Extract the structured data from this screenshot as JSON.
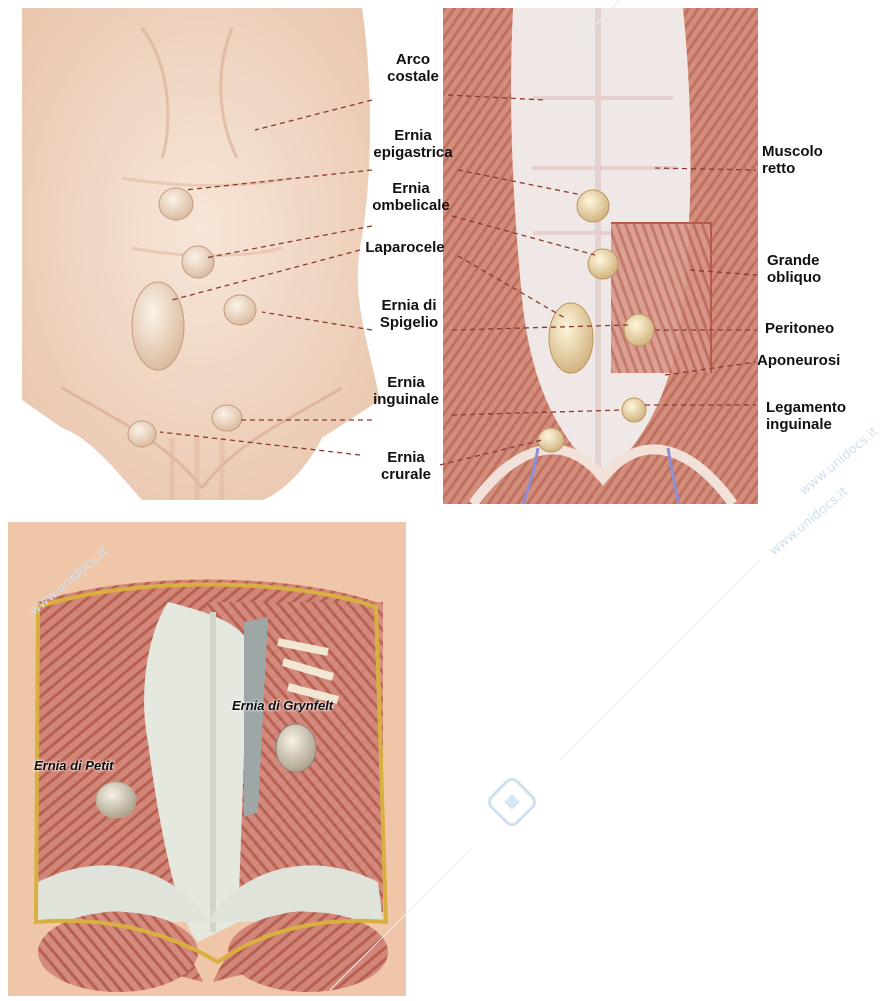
{
  "labels": {
    "arco_costale": "Arco\ncostale",
    "ernia_epigastrica": "Ernia\nepigastrica",
    "ernia_ombelicale": "Ernia\nombelicale",
    "laparocele": "Laparocele",
    "ernia_spigelio": "Ernia di\nSpigelio",
    "ernia_inguinale": "Ernia\ninguinale",
    "ernia_crurale": "Ernia\ncrurale",
    "muscolo_retto": "Muscolo\nretto",
    "grande_obliquo": "Grande\nobliquo",
    "peritoneo": "Peritoneo",
    "aponeurosi": "Aponeurosi",
    "legamento_inguinale": "Legamento\ninguinale",
    "ernia_grynfelt": "Ernia di Grynfelt",
    "ernia_petit": "Ernia di Petit"
  },
  "watermark": "www.unidocs.it",
  "colors": {
    "skin": "#f3dccb",
    "muscle": "#c9796b",
    "fascia": "#e4e6de",
    "hernia": "#ead9a8",
    "leader": "#8a3a2e",
    "border": "#d8b040"
  }
}
